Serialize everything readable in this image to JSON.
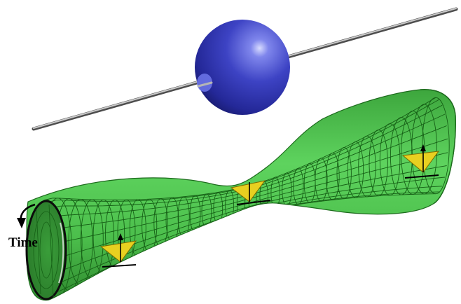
{
  "labels": {
    "time": "Time"
  },
  "colors": {
    "tube_fill": "#4cc24c",
    "tube_grid": "#155815",
    "sphere": "#3b3fb0",
    "rod": "#8a8a8a",
    "marker": "#e8d020"
  },
  "objects": [
    "rod",
    "sphere",
    "wormhole-tube",
    "yellow-markers",
    "time-arrow"
  ]
}
